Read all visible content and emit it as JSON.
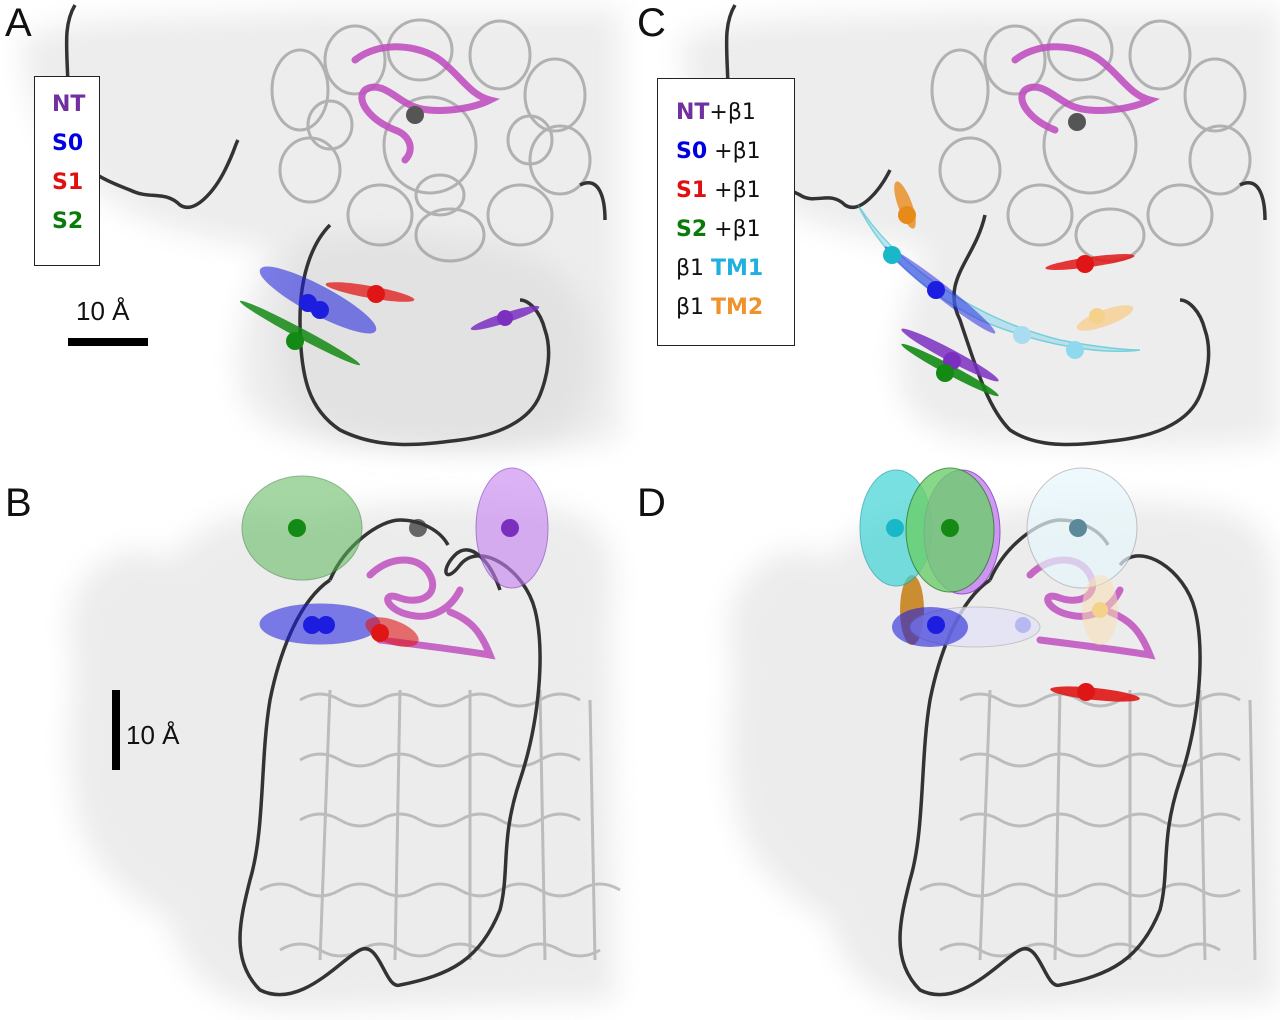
{
  "panels": {
    "A": {
      "letter": "A"
    },
    "B": {
      "letter": "B"
    },
    "C": {
      "letter": "C"
    },
    "D": {
      "letter": "D"
    }
  },
  "legend_a": {
    "items": [
      {
        "label": "NT",
        "color": "#7030a0"
      },
      {
        "label": "S0",
        "color": "#0000e0"
      },
      {
        "label": "S1",
        "color": "#e01010"
      },
      {
        "label": "S2",
        "color": "#0a7a0a"
      }
    ]
  },
  "legend_c": {
    "items": [
      {
        "label": "NT",
        "suffix": "+β1",
        "color": "#7030a0"
      },
      {
        "label": "S0",
        "suffix": " +β1",
        "color": "#0000e0"
      },
      {
        "label": "S1",
        "suffix": " +β1",
        "color": "#e01010"
      },
      {
        "label": "S2",
        "suffix": " +β1",
        "color": "#0a7a0a"
      },
      {
        "prefix": "β1 ",
        "label": "TM1",
        "color": "#1fb0e0"
      },
      {
        "prefix": "β1 ",
        "label": "TM2",
        "color": "#f0922b"
      }
    ]
  },
  "scalebar_a": {
    "label": "10 Å"
  },
  "scalebar_b": {
    "label": "10 Å"
  },
  "colors": {
    "nt": "#7b2fbf",
    "s0": "#1d1de0",
    "s1": "#e01515",
    "s2": "#138a13",
    "tm1": "#18b8c8",
    "tm2": "#e88a1a",
    "protein": "#9a9a9a",
    "magenta_domain": "#c050c0",
    "loop": "#333333",
    "surface": "#ececec"
  }
}
